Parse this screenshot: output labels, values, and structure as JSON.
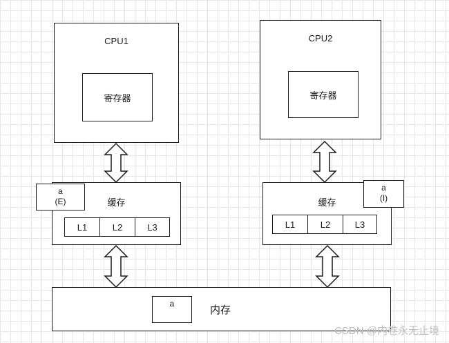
{
  "cpu1": {
    "title": "CPU1",
    "register": "寄存器"
  },
  "cpu2": {
    "title": "CPU2",
    "register": "寄存器"
  },
  "cache1": {
    "title": "缓存",
    "levels": [
      "L1",
      "L2",
      "L3"
    ],
    "tag_value": "a",
    "tag_state": "(E)"
  },
  "cache2": {
    "title": "缓存",
    "levels": [
      "L1",
      "L2",
      "L3"
    ],
    "tag_value": "a",
    "tag_state": "(I)"
  },
  "memory": {
    "title": "内存",
    "cell_value": "a"
  },
  "watermark": "CSDN @内卷永无止境"
}
